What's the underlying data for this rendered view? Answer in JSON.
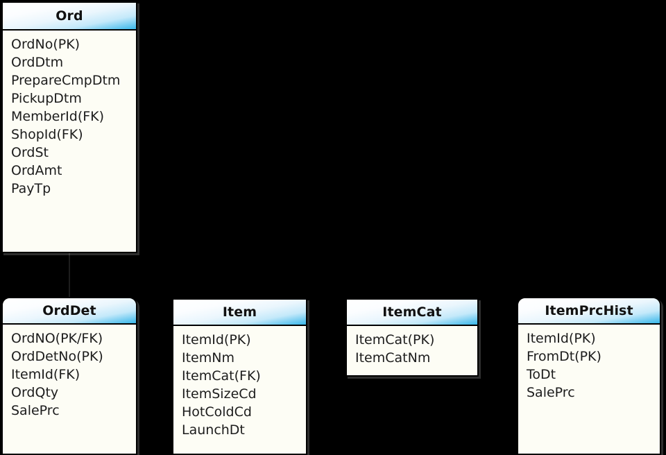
{
  "diagram": {
    "type": "entity-relationship-diagram",
    "background_color": "#000000",
    "entity_body_color": "#fdfdf5",
    "entity_border_color": "#000000",
    "header_gradient_from": "#ffffff",
    "header_gradient_to": "#39b8ea",
    "text_color": "#1c1c1c"
  },
  "entities": [
    {
      "id": "ord",
      "name": "Ord",
      "corner_style": "square",
      "attributes": [
        "OrdNo(PK)",
        "OrdDtm",
        "PrepareCmpDtm",
        "PickupDtm",
        "MemberId(FK)",
        "ShopId(FK)",
        "OrdSt",
        "OrdAmt",
        "PayTp"
      ]
    },
    {
      "id": "orddet",
      "name": "OrdDet",
      "corner_style": "rounded",
      "attributes": [
        "OrdNO(PK/FK)",
        "OrdDetNo(PK)",
        "ItemId(FK)",
        "OrdQty",
        "SalePrc"
      ]
    },
    {
      "id": "item",
      "name": "Item",
      "corner_style": "square",
      "attributes": [
        "ItemId(PK)",
        "ItemNm",
        "ItemCat(FK)",
        "ItemSizeCd",
        "HotColdCd",
        "LaunchDt"
      ]
    },
    {
      "id": "itemcat",
      "name": "ItemCat",
      "corner_style": "square",
      "attributes": [
        "ItemCat(PK)",
        "ItemCatNm"
      ]
    },
    {
      "id": "itemprchist",
      "name": "ItemPrcHist",
      "corner_style": "rounded",
      "attributes": [
        "ItemId(PK)",
        "FromDt(PK)",
        "ToDt",
        "SalePrc"
      ]
    }
  ],
  "relationships": [
    {
      "id": "ord-orddet",
      "from": "ord",
      "to": "orddet",
      "orientation": "vertical"
    }
  ]
}
